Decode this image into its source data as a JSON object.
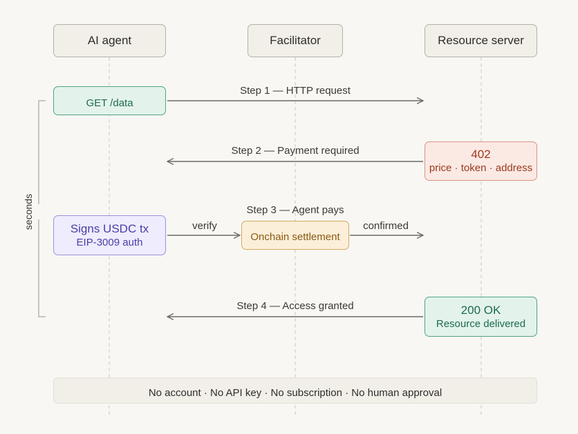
{
  "actors": {
    "agent": "AI agent",
    "facilitator": "Facilitator",
    "server": "Resource server"
  },
  "steps": {
    "step1": "Step 1 — HTTP request",
    "step2": "Step 2 — Payment required",
    "step3": "Step 3 — Agent pays",
    "step4": "Step 4 — Access granted"
  },
  "boxes": {
    "get_data": "GET /data",
    "code402": "402",
    "code402_detail": "price · token · address",
    "signs": "Signs USDC tx",
    "signs_detail": "EIP-3009 auth",
    "onchain": "Onchain settlement",
    "ok200": "200 OK",
    "ok200_detail": "Resource delivered"
  },
  "arrow_labels": {
    "verify": "verify",
    "confirmed": "confirmed"
  },
  "timing_label": "seconds",
  "footer": "No account · No API key · No subscription · No human approval",
  "colors": {
    "green_fill": "#e3f3ec",
    "green_border": "#4fa383",
    "green_text": "#1d6b50",
    "red_fill": "#fbe9e3",
    "red_border": "#d99483",
    "red_text": "#9a3a1f",
    "purple_fill": "#eeecfd",
    "purple_border": "#9a92dc",
    "purple_text": "#4a3ea8",
    "amber_fill": "#fbefd9",
    "amber_border": "#d6a85e",
    "amber_text": "#8a5a12"
  }
}
